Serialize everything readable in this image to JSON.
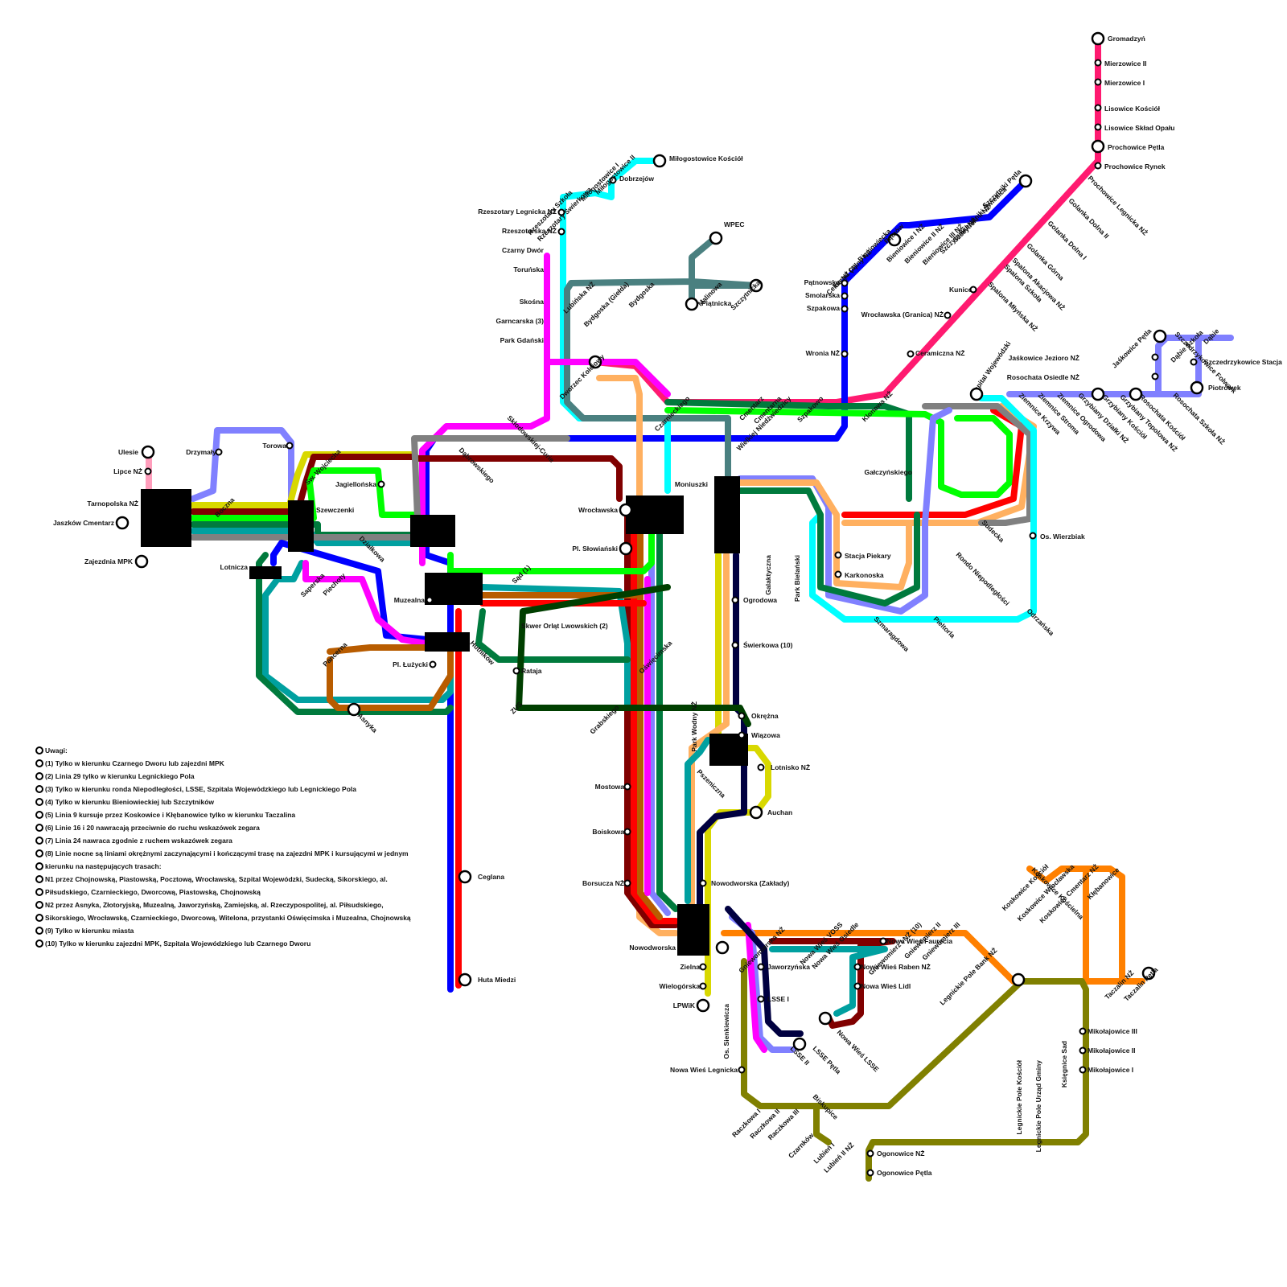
{
  "colors": {
    "background": "#ffffff",
    "magenta_red": "#ff1a70",
    "pink": "#ff3399",
    "cyan": "#00ffff",
    "blue": "#0000ff",
    "periwinkle": "#8080ff",
    "dark_red": "#800000",
    "red": "#ff0000",
    "orange": "#ff8000",
    "light_orange": "#ffb060",
    "burnt_orange": "#b85c00",
    "yellow": "#d8d800",
    "green": "#00ff00",
    "dark_green": "#007a3d",
    "forest_green": "#003f00",
    "teal": "#00a0a0",
    "slate": "#4a8080",
    "olive": "#808000",
    "gray": "#808080",
    "magenta": "#ff00ff",
    "navy": "#000040",
    "black": "#000000"
  },
  "stations": {
    "gromadzyn": "Gromadzyń",
    "mierzowice_ii": "Mierzowice II",
    "mierzowice_i": "Mierzowice I",
    "lisowice_kosciol": "Lisowice Kościół",
    "lisowice_sklad": "Lisowice Skład Opału",
    "prochowice_petla": "Prochowice Pętla",
    "prochowice_rynek": "Prochowice Rynek",
    "prochowice_legnicka": "Prochowice Legnicka NŻ",
    "golanka_dolna_ii": "Golanka Dolna II",
    "golanka_dolna_i": "Golanka Dolna I",
    "golanka_gorna": "Golanka Górna",
    "spalona_akacjowa": "Spalona Akacjowa NŻ",
    "spalona_szkola": "Spalona Szkoła",
    "spalona_mlynska": "Spalona Młyńska NŻ",
    "kunice": "Kunice",
    "wroclawska_granica": "Wrocławska (Granica) NŻ",
    "ceramiczna": "Ceramiczna NŻ",
    "szczytniki_petla": "Szczytniki Pętla",
    "szczytniki_swietlica": "Szczytniki Świetlica",
    "szczytniki_ii": "Szczytniki II NŻ",
    "szczytniki_i": "Szczytniki I NŻ",
    "bieniowice_iii": "Bieniowice III NŻ",
    "bieniowice_ii": "Bieniowice II NŻ",
    "bieniowice_i": "Bieniowice I NŻ",
    "patnow": "Pątnów",
    "bieniowiecka": "Bieniowiecka",
    "urzad_celny": "Urząd Celny NŻ",
    "celna": "Celna NŻ (4)",
    "patnowska": "Pątnowska",
    "smolarska": "Smolarska",
    "szpakowa": "Szpakowa",
    "wronia": "Wronia NŻ",
    "klonowa": "Klonowa NŻ",
    "szpakowo": "Szpakowo",
    "wielkiej_niedzwiedzicy": "Wielkiej Niedźwiedzicy",
    "cmentarz": "Cmentarz",
    "cmentarna": "Cmentarna",
    "czarnieckiego": "Czarnieckiego",
    "dworzec_kolejowy": "Dworzec Kolejowy",
    "milogostowice_kosciol": "Miłogostowice Kościół",
    "milogostowice_ii": "Miłogostowice II",
    "milogostowice_i": "Miłogostowice I",
    "dobrzejow": "Dobrzejów",
    "rzeszotary_swierkowa": "Rzeszotary Świerkowa",
    "rzeszotary_szkola": "Rzeszotary Szkoła",
    "rzeszotary_legnicka": "Rzeszotary Legnicka NŻ",
    "rzeszotarska": "Rzeszotarska NŻ",
    "czarny_dwor": "Czarny Dwór",
    "torunska": "Toruńska",
    "skosna": "Skośna",
    "garncarska": "Garncarska (3)",
    "park_gdanski": "Park Gdański",
    "lubinska": "Lubińska NŻ",
    "bydgoska_gielda": "Bydgoska (Giełda)",
    "bydgoska": "Bydgoska",
    "malinowa": "Malinowa",
    "szczytnicka": "Szczytnicka",
    "wpec": "WPEC",
    "piatnicka": "Piątnicka",
    "skłodowskiej": "Skłodowskiej-Curie",
    "dabrowskiego": "Dąbrowskiego",
    "wroclawska": "Wrocławska",
    "pl_slowianski": "Pl. Słowiański",
    "moniuszki": "Moniuszki",
    "galaktyczna": "Galaktyczna",
    "park_bielanski": "Park Bielański",
    "stacja_piekary": "Stacja Piekary",
    "karkonoska": "Karkonoska",
    "szmaragdowa": "Szmaragdowa",
    "pieltorla": "Pieltorla",
    "odrzanska": "Odrzańska",
    "os_wierzbiak": "Os. Wierzbiak",
    "rondo_niepodleglosci": "Rondo Niepodległości",
    "sudecka": "Sudecka",
    "galczynskiego": "Gałczyńskiego",
    "szpital_wojewodzki": "Szpital Wojewódzki",
    "ziemnice_krzywa": "Ziemnice Krzywa",
    "ziemnice_stroma": "Ziemnice Stroma",
    "ziemnice_ogrodowa": "Ziemnice Ogrodowa",
    "grzybiany_dzialki": "Grzybiany Działki NŻ",
    "grzybiany_kosciol": "Grzybiany Kościół",
    "grzybiany_topolowa": "Grzybiany Topolowa NŻ",
    "rosochata_kosciol": "Rosochata Kościół",
    "rosochata_szkola": "Rosochata Szkoła NŻ",
    "rosochata_osiedle": "Rosochata Osiedle NŻ",
    "jaskowice_jezioro": "Jaśkowice Jezioro NŻ",
    "jaskowice_petla": "Jaśkowice Pętla",
    "szczedrzykowice_folwark": "Szczedrzykowice Folwark",
    "dabie_szkola": "Dąbie Szkoła",
    "dabie": "Dąbie",
    "szczedrzykowice_stacja": "Szczedrzykowice Stacja",
    "piotrowek": "Piotrówek",
    "ulesie": "Ulesie",
    "lipce": "Lipce NŻ",
    "tarnopolska": "Tarnopolska NŻ",
    "jaszkow_cmentarz": "Jaszków Cmentarz",
    "zajezdnia": "Zajezdnia MPK",
    "drzymaly": "Drzymały",
    "boczna": "Boczna",
    "torowa": "Torowa",
    "sw_wojciecha": "Św. Wojciecha",
    "jagiellonska": "Jagiellońska",
    "szewczenki": "Szewczenki",
    "dzialkowa": "Działkowa",
    "lotnicza": "Lotnicza",
    "saperska": "Saperska",
    "piechoty": "Piechoty",
    "muzealna": "Muzealna",
    "sad": "Sąd (1)",
    "pancerna": "Pancerna",
    "asnyka": "Asnyka",
    "pl_luzycki": "Pl. Łużycki",
    "hutnikow": "Hutników",
    "skwer_orlat": "Skwer Orląt Lwowskich (2)",
    "rataja": "Rataja",
    "zus": "ZUS",
    "oswiecimska": "Oświęcimska",
    "ceglana": "Ceglana",
    "huta_miedzi": "Huta Miedzi",
    "ogrodowa": "Ogrodowa",
    "swierkowa": "Świerkowa (10)",
    "park_wodny": "Park Wodny NŻ",
    "grabskiego": "Grabskiego",
    "okrezna": "Okrężna",
    "wiazowa": "Wiązowa",
    "lotnisko": "Lotnisko NŻ",
    "auchan": "Auchan",
    "pszeniczna": "Pszeniczna",
    "mostowa": "Mostowa",
    "boiskowa": "Boiskowa",
    "borsucza": "Borsucza NŻ",
    "nowodworska_zaklady": "Nowodworska (Zakłady)",
    "nowodworska": "Nowodworska",
    "zielna": "Zielna",
    "wielogorska": "Wielogórska",
    "lpwik": "LPWiK",
    "os_sienkiewicza": "Os. Sienkiewicza",
    "jaworzynska": "Jaworzyńska",
    "lsse_i": "LSSE I",
    "lsse_ii": "LSSE II",
    "lsse_petla": "LSSE Pętla",
    "gniewomierska": "Gniewomierska NŻ",
    "nowa_wies_voss": "Nowa Wieś VOSS",
    "nowa_wies_osiedle": "Nowa Wieś Osiedle",
    "nowa_wies_faurecia": "Nowa Wieś Faurecia",
    "nowa_wies_raben": "Nowa Wieś Raben NŻ",
    "nowa_wies_lidl": "Nowa Wieś Lidl",
    "nowa_wies_lsse": "Nowa Wieś LSSE",
    "gniewomierz_i": "Gniewomierz I NŻ (10)",
    "gniewomierz_ii": "Gniewomierz II",
    "gniewomierz_iii": "Gniewomierz III",
    "legnickie_pole_bank": "Legnickie Pole Bank NŻ",
    "legnickie_pole_kosciol": "Legnickie Pole Kościół",
    "legnickie_pole_urzad": "Legnickie Pole Urząd Gminy",
    "ksiegnice_sad": "Księgnice Sad",
    "taczalin": "Taczalin NŻ",
    "taczalin_petla": "Taczalin Pętla",
    "koskowice_koscielna": "Koskowice Kościelna",
    "koskowice_kosciol": "Koskowice Kościół",
    "koskowice_wroclawska": "Koskowice Wrocławska",
    "koskowice_cmentarz": "Koskowice Cmentarz NŻ",
    "klebanowice": "Kłębanowice",
    "mikolajowice_iii": "Mikołajowice III",
    "mikolajowice_ii": "Mikołajowice II",
    "mikolajowice_i": "Mikołajowice I",
    "nowa_wies_legnicka": "Nowa Wieś Legnicka",
    "raczkowa_i": "Raczkowa I",
    "raczkowa_ii": "Raczkowa II",
    "raczkowa_iii": "Raczkowa III",
    "biskupice": "Biskupice",
    "czarnkow": "Czarnków",
    "lubien_i": "Lubień I",
    "lubien_ii": "Lubień II NŻ",
    "ogonowice": "Ogonowice NŻ",
    "ogonowice_petla": "Ogonowice Pętla"
  },
  "notes": {
    "title": "Uwagi:",
    "items": [
      "(1) Tylko w kierunku Czarnego Dworu lub zajezdni MPK",
      "(2) Linia 29 tylko w kierunku Legnickiego Pola",
      "(3) Tylko w kierunku ronda Niepodległości, LSSE, Szpitala Wojewódzkiego lub Legnickiego Pola",
      "(4) Tylko w kierunku Bieniowieckiej lub Szczytników",
      "(5) Linia 9 kursuje przez Koskowice i Kłębanowice tylko w kierunku Taczalina",
      "(6) Linie 16 i 20 nawracają przeciwnie do ruchu wskazówek zegara",
      "(7) Linia 24 nawraca zgodnie z ruchem wskazówek zegara",
      "(8) Linie nocne są liniami okrężnymi zaczynającymi i kończącymi trasę na zajezdni MPK i kursującymi w jednym",
      "kierunku na następujących trasach:",
      "N1 przez Chojnowską, Piastowską, Pocztową, Wrocławską, Szpital Wojewódzki, Sudecką, Sikorskiego, al.",
      "Piłsudskiego, Czarnieckiego, Dworcową, Piastowską, Chojnowską",
      "N2 przez Asnyka, Złotoryjską, Muzealną, Jaworzyńską, Zamiejską, al. Rzeczypospolitej, al. Piłsudskiego,",
      "Sikorskiego, Wrocławską, Czarnieckiego, Dworcową, Witelona, przystanki Oświęcimska i Muzealna, Chojnowską",
      "(9) Tylko w kierunku miasta",
      "(10) Tylko w kierunku zajezdni MPK, Szpitala Wojewódzkiego lub Czarnego Dworu"
    ]
  }
}
